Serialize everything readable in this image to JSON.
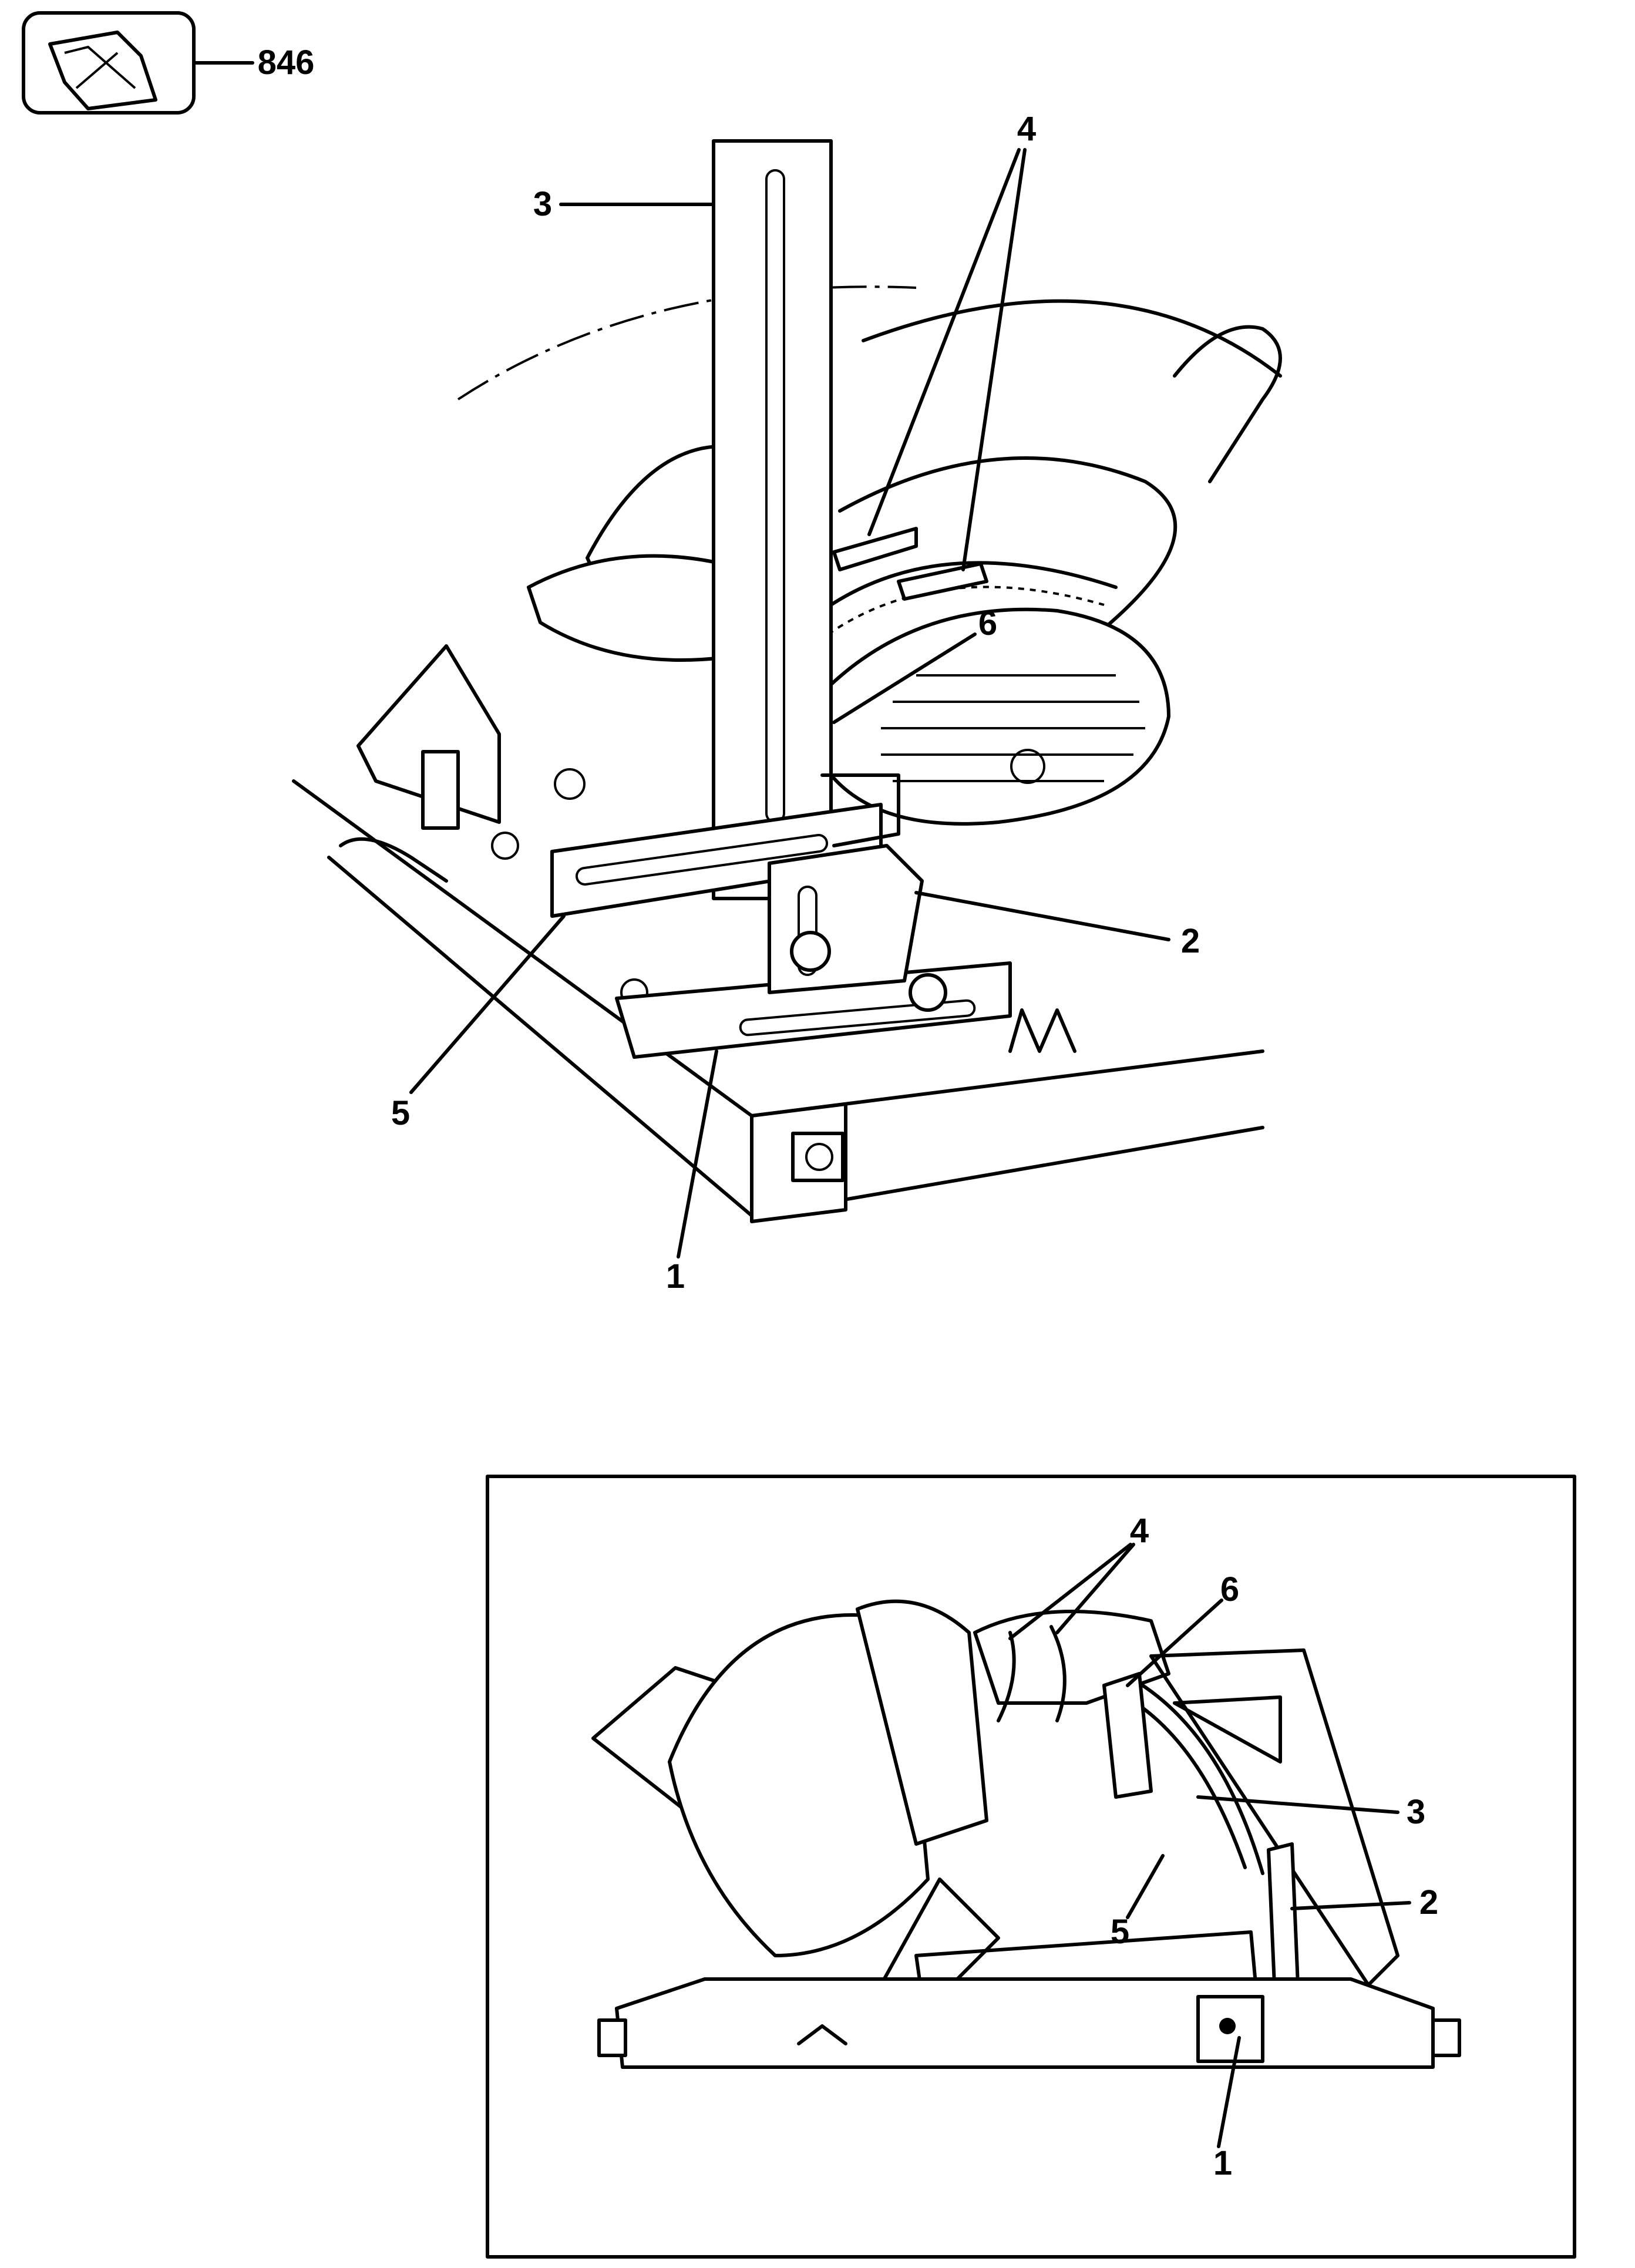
{
  "kit_icon": {
    "icon": "parts-bag-icon",
    "part_number": "846"
  },
  "main_view": {
    "callouts": [
      "1",
      "2",
      "3",
      "4",
      "5",
      "6"
    ]
  },
  "inset_view": {
    "callouts": [
      "1",
      "2",
      "3",
      "4",
      "5",
      "6"
    ]
  }
}
